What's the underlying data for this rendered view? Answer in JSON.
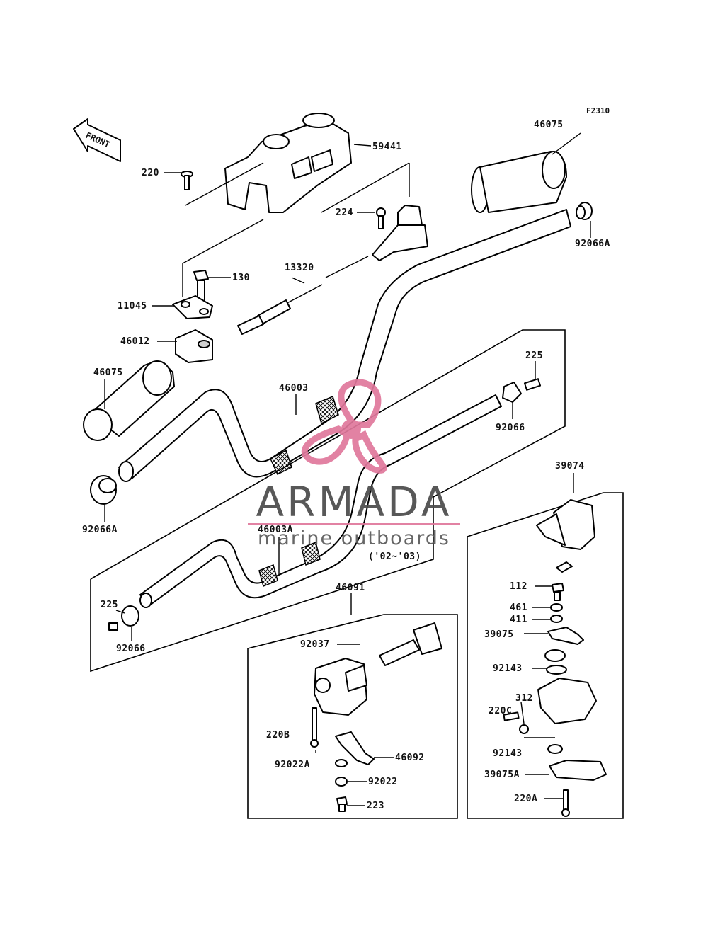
{
  "diagram": {
    "figure_code": "F2310",
    "front_label": "FRONT",
    "year_note": "('02~'03)",
    "parts": [
      "46075",
      "59441",
      "220",
      "224",
      "92066A",
      "130",
      "13320",
      "11045",
      "46012",
      "46075",
      "46003",
      "225",
      "92066",
      "92066A",
      "39074",
      "46003A",
      "225",
      "92066",
      "46091",
      "92037",
      "112",
      "461",
      "411",
      "39075",
      "92143",
      "312",
      "220C",
      "92143",
      "220B",
      "92022A",
      "46092",
      "92022",
      "223",
      "39075A",
      "220A"
    ]
  },
  "watermark": {
    "brand": "ARMADA",
    "tagline": "marine outboards",
    "accent_color": "#e0789c",
    "text_color": "#4a4a4a"
  }
}
